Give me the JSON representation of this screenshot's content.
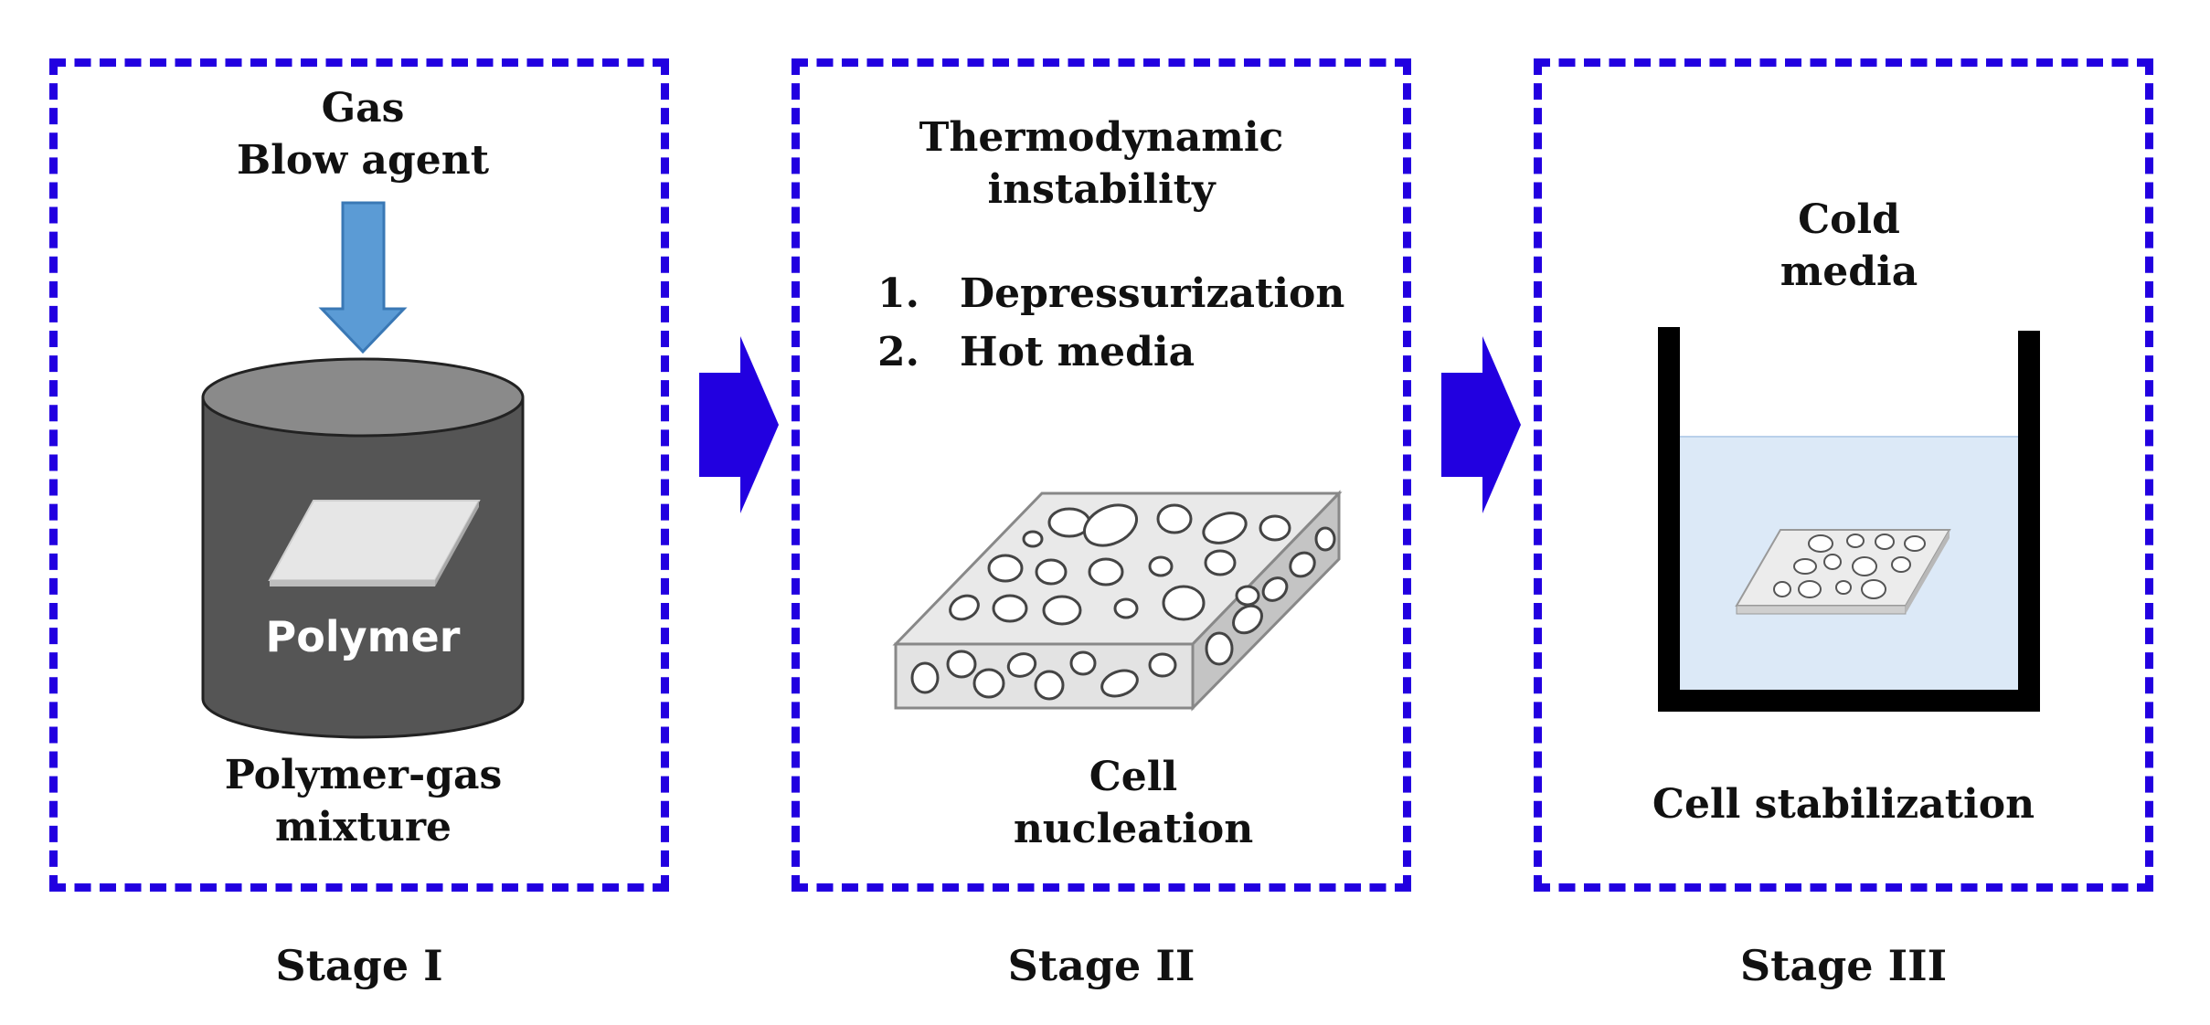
{
  "stage1": {
    "input_line1": "Gas",
    "input_line2": "Blow agent",
    "container_label": "Polymer",
    "caption_line1": "Polymer-gas",
    "caption_line2": "mixture",
    "stage_label": "Stage I"
  },
  "stage2": {
    "heading_line1": "Thermodynamic",
    "heading_line2": "instability",
    "steps": [
      {
        "num": "1.",
        "text": "Depressurization"
      },
      {
        "num": "2.",
        "text": "Hot media"
      }
    ],
    "caption_line1": "Cell",
    "caption_line2": "nucleation",
    "stage_label": "Stage II"
  },
  "stage3": {
    "heading_line1": "Cold",
    "heading_line2": "media",
    "caption": "Cell stabilization",
    "stage_label": "Stage III"
  },
  "colors": {
    "dashed_border": "#2200e0",
    "flow_arrow": "#2200e0",
    "gas_arrow": "#5b9bd5",
    "cylinder": "#555555",
    "cold_media": "#dce9f7"
  }
}
